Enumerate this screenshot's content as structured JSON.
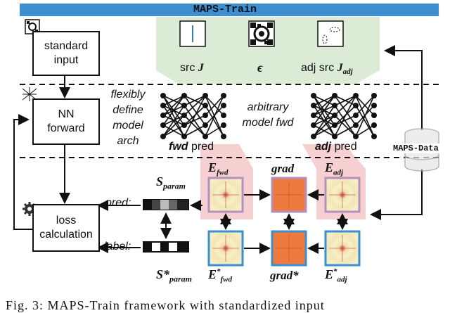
{
  "title": "MAPS-Train",
  "caption": "Fig. 3: MAPS-Train framework with standardized input",
  "left": {
    "standard_input": "standard input",
    "nn_forward": "NN forward",
    "loss_calc": "loss calculation"
  },
  "middle": {
    "flexibly_text": [
      "flexibly",
      "define",
      "model",
      "arch"
    ],
    "arbitrary_text": [
      "arbitrary",
      "model fwd"
    ],
    "fwd_pred_bold": "fwd",
    "adj_pred_bold": "adj",
    "pred_word": "pred"
  },
  "top": {
    "src_j": "src",
    "eps": "ϵ",
    "adj_src": "adj src"
  },
  "bottom": {
    "s_param": "S",
    "s_param_sub": "param",
    "s_param_star": "S*",
    "pred_label": "pred:",
    "label_label": "label:",
    "e_fwd": "E",
    "fwd_sub": "fwd",
    "adj_sub": "adj",
    "grad": "grad",
    "grad_star": "grad*"
  },
  "side": {
    "maps_data": "MAPS-Data"
  },
  "colors": {
    "title_bar": "#3d8fd1",
    "green_panel": "#dcebd6",
    "pink_panel": "#f6d0d0",
    "field_pred_border": "#b58fc0",
    "field_label_border": "#3a8fd0",
    "field_bg": "#f3ecc2",
    "grad_bg": "#ee7a3e"
  }
}
